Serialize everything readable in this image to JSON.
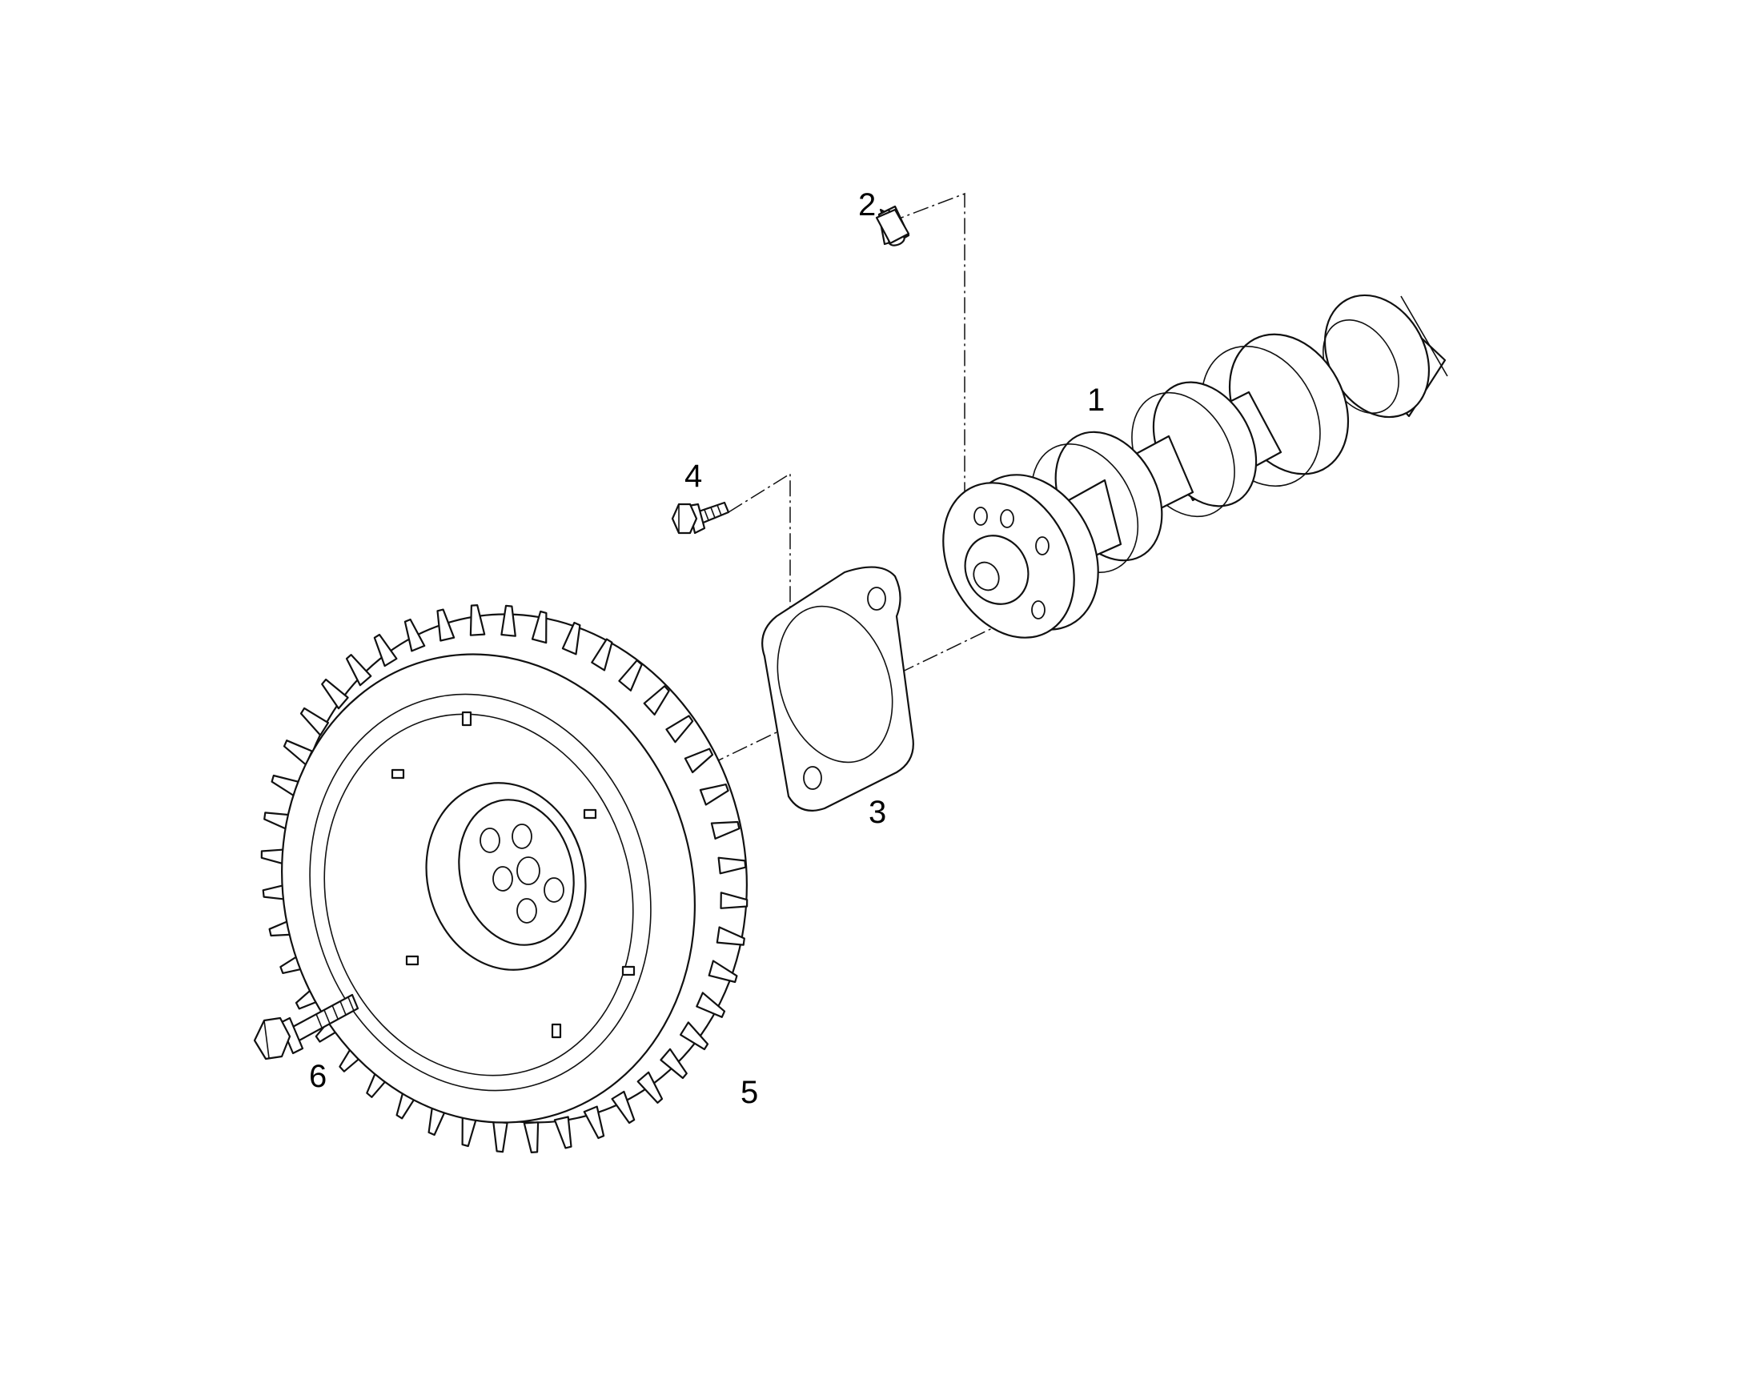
{
  "callouts": {
    "camshaft": "1",
    "dowel_pin": "2",
    "thrust_plate": "3",
    "plate_bolt": "4",
    "cam_gear": "5",
    "gear_bolt": "6"
  },
  "colors": {
    "line": "#111111",
    "background": "#ffffff"
  }
}
